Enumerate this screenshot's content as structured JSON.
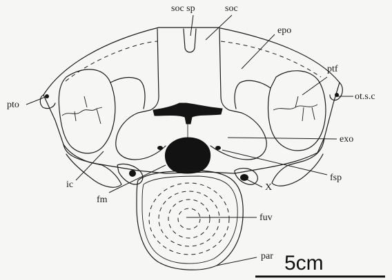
{
  "labels": {
    "soc_sp": "soc sp",
    "soc": "soc",
    "epo": "epo",
    "ptf": "ptf",
    "ot_s_c": "ot.s.c",
    "pto": "pto",
    "exo": "exo",
    "fsp": "fsp",
    "ic": "ic",
    "fm": "fm",
    "x": "X",
    "fuv": "fuv",
    "par": "par"
  },
  "scale_bar": {
    "label": "5cm"
  },
  "colors": {
    "background": "#f6f6f4",
    "ink": "#1a1a1a"
  }
}
